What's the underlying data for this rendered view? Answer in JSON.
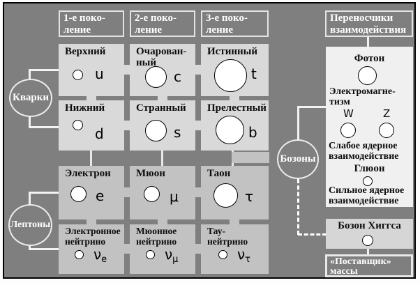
{
  "generations": [
    {
      "label": "1-е поко-\nление"
    },
    {
      "label": "2-е поко-\nление"
    },
    {
      "label": "3-е поко-\nление"
    }
  ],
  "carriers_header": {
    "label": "Переносчики\nвзаимодействия"
  },
  "groups": {
    "quarks": "Кварки",
    "leptons": "Лептоны",
    "bosons": "Бозоны"
  },
  "particles": {
    "up": {
      "title": "Верхний",
      "symbol": "u"
    },
    "charm": {
      "title": "Очарован-\nный",
      "symbol": "c"
    },
    "top": {
      "title": "Истинный",
      "symbol": "t"
    },
    "down": {
      "title": "Нижний",
      "symbol": "d"
    },
    "strange": {
      "title": "Странный",
      "symbol": "s"
    },
    "bottom": {
      "title": "Прелестный",
      "symbol": "b"
    },
    "electron": {
      "title": "Электрон",
      "symbol": "e"
    },
    "muon": {
      "title": "Мюон",
      "symbol": "μ"
    },
    "tau": {
      "title": "Таон",
      "symbol": "τ"
    },
    "electron_neutrino": {
      "title": "Электронное\nнейтрино",
      "symbol": "ν",
      "subscript": "e"
    },
    "muon_neutrino": {
      "title": "Мюонное\nнейтрино",
      "symbol": "ν",
      "subscript": "μ"
    },
    "tau_neutrino": {
      "title": "Тау-\nнейтрино",
      "symbol": "ν",
      "subscript": "τ"
    }
  },
  "carriers": {
    "photon": "Фотон",
    "electromagnetism": "Электромагне-\nтизм",
    "w_label": "W",
    "z_label": "Z",
    "weak": "Слабое ядерное\nвзаимодействие",
    "gluon": "Глюон",
    "strong": "Сильное ядерное\nвзаимодействие"
  },
  "higgs": {
    "title": "Бозон Хиггса"
  },
  "mass_label": "«Поставщик»\nмассы",
  "colors": {
    "background": "#7f7f7f",
    "quark_cell": "#d9d9d9",
    "lepton_cell": "#c2c2c2",
    "carrier_panel": "#f0f0f0",
    "higgs_cell": "#d6d6d6",
    "connector_line": "#ffffff",
    "text_dark": "#0d0d0d",
    "text_light": "#ffffff"
  }
}
